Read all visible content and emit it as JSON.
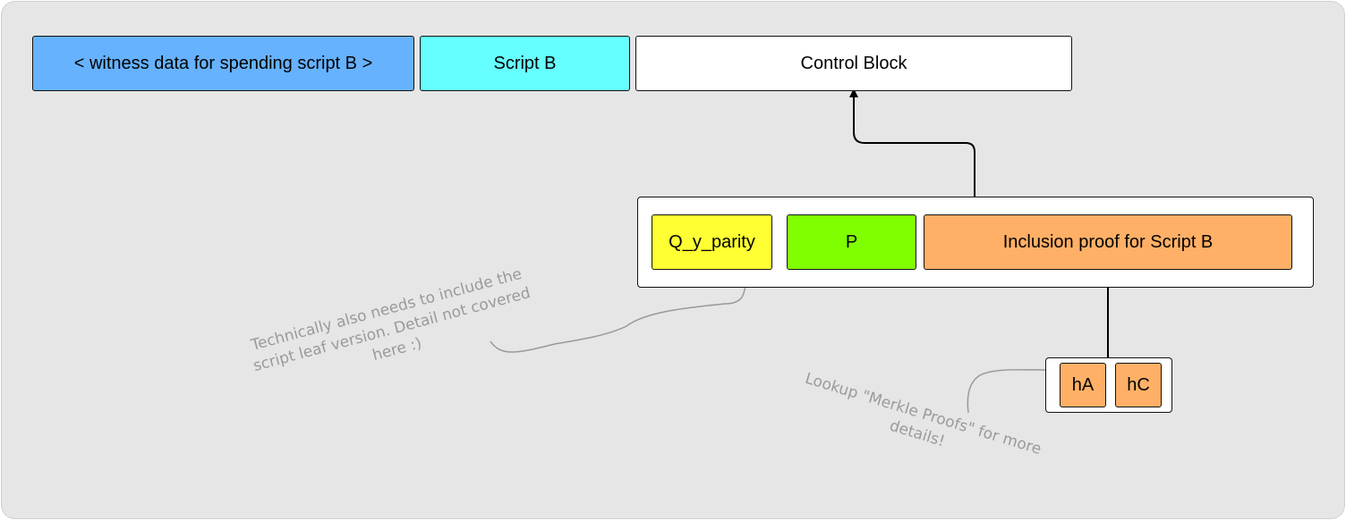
{
  "top_row": {
    "witness": "< witness data for spending script B >",
    "script_b": "Script B",
    "control_block": "Control Block"
  },
  "control_block_parts": {
    "q_y_parity": "Q_y_parity",
    "p": "P",
    "inclusion_proof": "Inclusion proof for Script B"
  },
  "proof_hashes": [
    "hA",
    "hC"
  ],
  "notes": {
    "leaf_version": "Technically also needs to include the script leaf version. Detail not covered here :)",
    "merkle": "Lookup \"Merkle Proofs\" for more details!"
  },
  "colors": {
    "background": "#e6e6e6",
    "witness": "#66b2ff",
    "script_b": "#66ffff",
    "q_y_parity": "#ffff33",
    "p": "#80ff00",
    "inclusion_proof": "#ffb066",
    "hash": "#ffb066"
  }
}
